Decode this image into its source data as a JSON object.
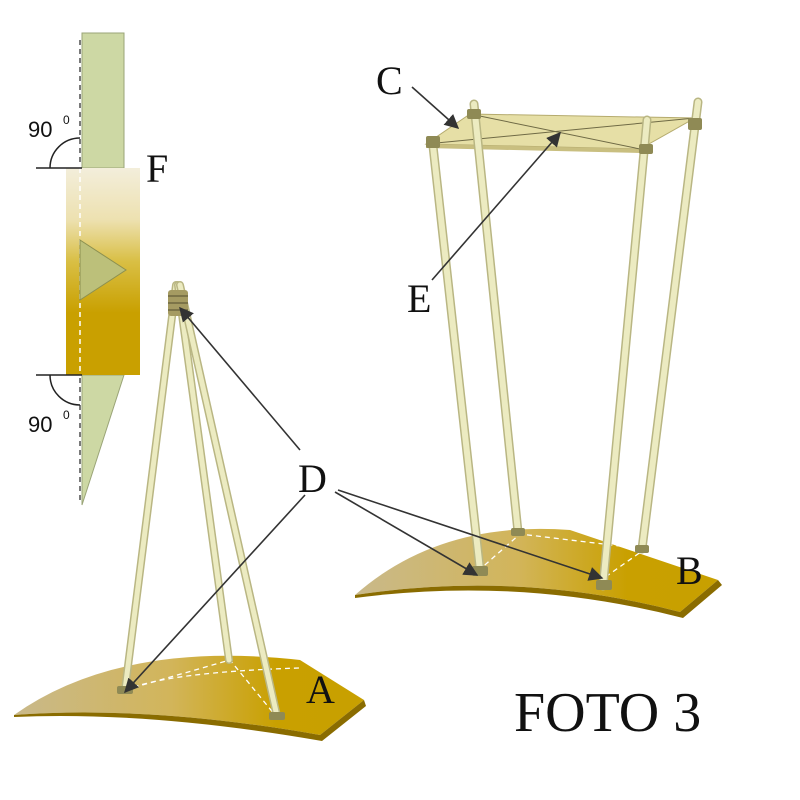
{
  "title": "FOTO 3",
  "labels": {
    "a": "A",
    "b": "B",
    "c": "C",
    "d": "D",
    "e": "E",
    "f": "F"
  },
  "angles": {
    "top_value": "90",
    "top_unit": "0",
    "bottom_value": "90",
    "bottom_unit": "0"
  },
  "colors": {
    "board_dark": "#c9a000",
    "board_light": "#c8b27a",
    "stick": "#e4e2b0",
    "stick_edge": "#b9b683",
    "platform": "#e6dfa6",
    "strip_green": "#c9d6a1",
    "arrow": "#333333"
  }
}
